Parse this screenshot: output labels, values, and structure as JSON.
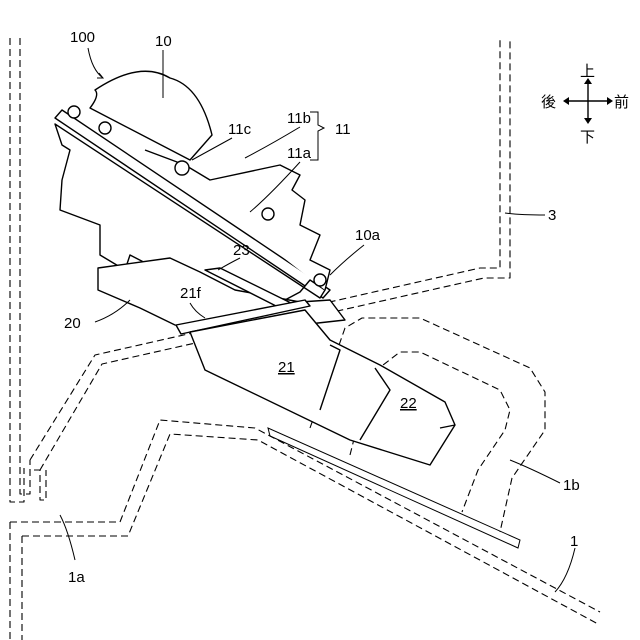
{
  "labels": {
    "l100": "100",
    "l10": "10",
    "l11c": "11c",
    "l11b": "11b",
    "l11": "11",
    "l11a": "11a",
    "l10a": "10a",
    "l3": "3",
    "l23": "23",
    "l21f": "21f",
    "l20": "20",
    "l21": "21",
    "l22": "22",
    "l1b": "1b",
    "l1": "1",
    "l1a": "1a"
  },
  "compass": {
    "up": "上",
    "down": "下",
    "back": "後",
    "front": "前"
  }
}
